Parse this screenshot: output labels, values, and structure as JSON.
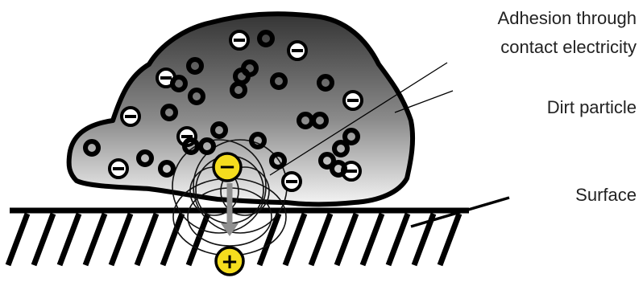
{
  "labels": {
    "adhesion": [
      "Adhesion through",
      "contact electricity"
    ],
    "dirt_particle": "Dirt particle",
    "surface": "Surface"
  },
  "charges": {
    "negative_symbol": "−",
    "positive_symbol": "+"
  },
  "colors": {
    "particle_dark": "#3a3a3a",
    "particle_light": "#f2f2f2",
    "outline": "#000000",
    "charge_yellow": "#f5dd1e",
    "arrow": "#8f8f8f"
  },
  "icons": {
    "negative_charge": "minus-circle-icon",
    "neutral_ring": "ring-icon",
    "positive_charge": "plus-circle-icon"
  }
}
